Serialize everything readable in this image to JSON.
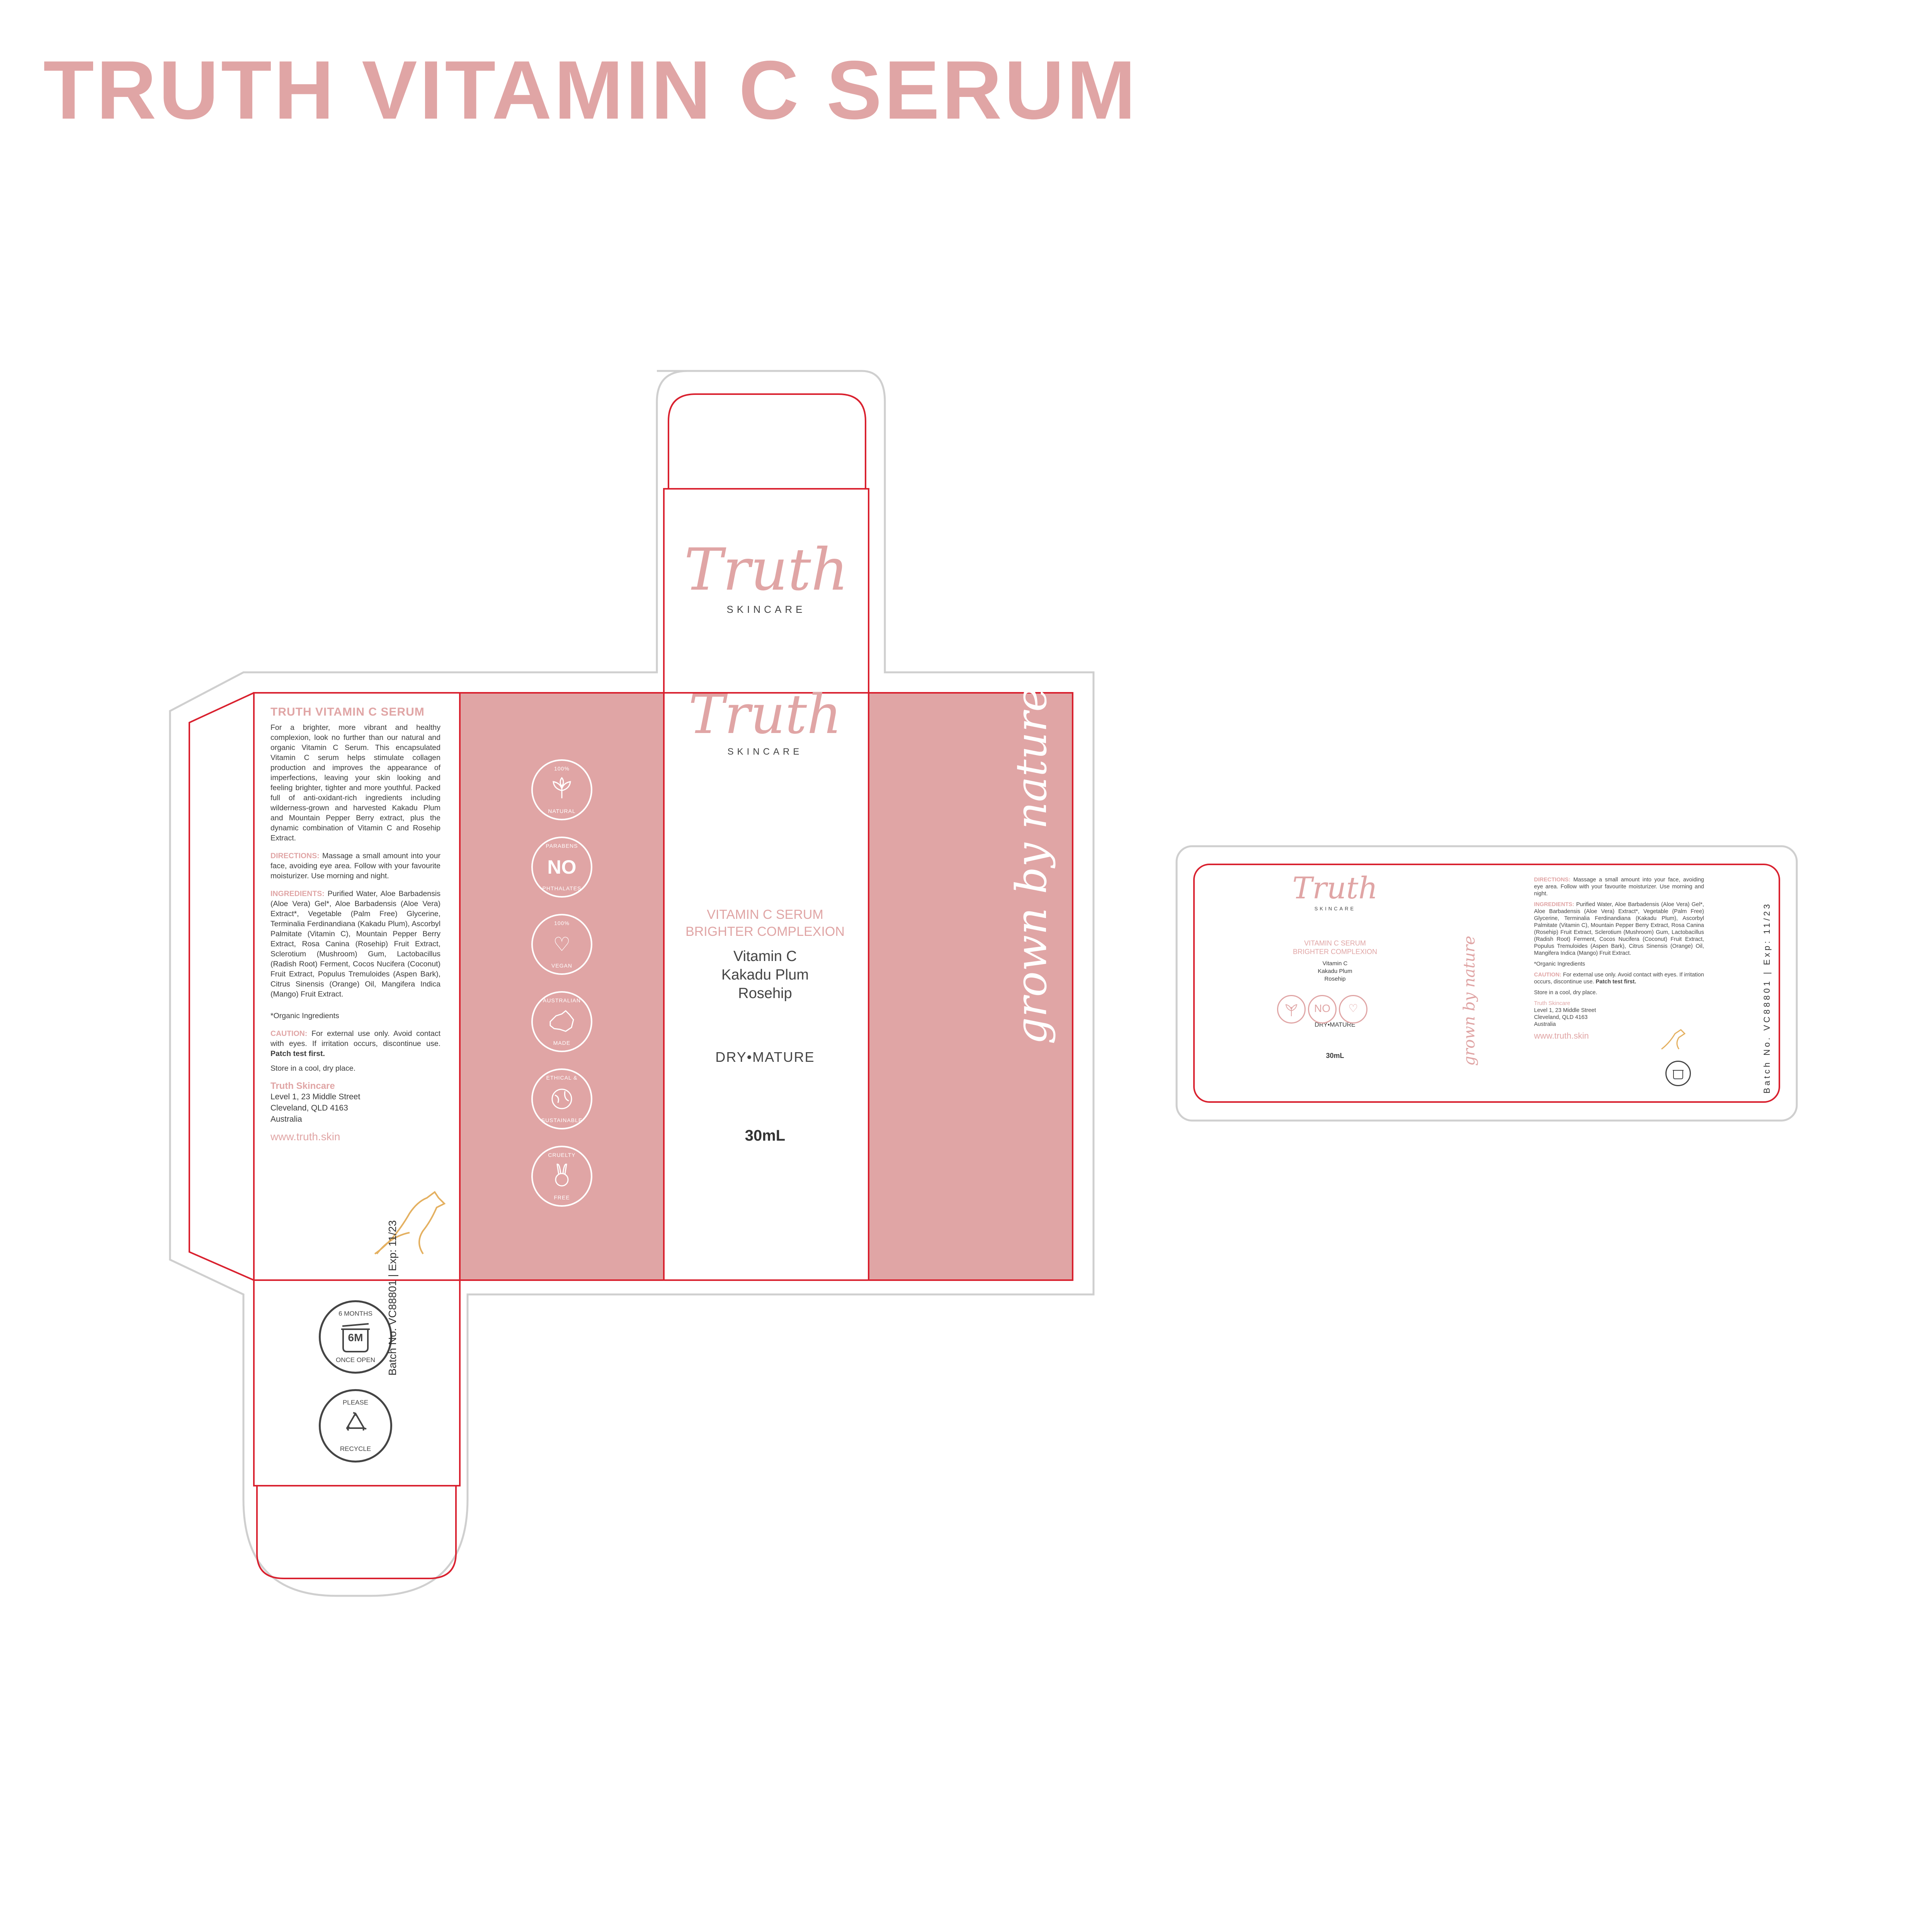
{
  "page_title": "TRUTH VITAMIN C SERUM",
  "colors": {
    "accent": "#e0a5a5",
    "dieline": "#d9202e",
    "outline": "#cfcfcf",
    "text": "#3a3a3a"
  },
  "brand": {
    "name": "Truth",
    "sub": "SKINCARE"
  },
  "side_panel": {
    "title": "TRUTH VITAMIN C SERUM",
    "description": "For a brighter, more vibrant and healthy complexion, look no further than our natural and organic Vitamin C Serum. This encapsulated Vitamin C serum helps stimulate collagen production and improves the appearance of imperfections, leaving your skin looking and feeling brighter, tighter and more youthful. Packed full of anti-oxidant-rich ingredients including wilderness-grown and harvested Kakadu Plum and Mountain Pepper Berry extract, plus the dynamic combination of Vitamin C and Rosehip Extract.",
    "directions_label": "DIRECTIONS:",
    "directions": "Massage a small amount into your face, avoiding eye area. Follow with your favourite moisturizer. Use morning and night.",
    "ingredients_label": "INGREDIENTS:",
    "ingredients": "Purified Water, Aloe Barbadensis (Aloe Vera) Gel*, Aloe Barbadensis (Aloe Vera) Extract*, Vegetable (Palm Free) Glycerine, Terminalia Ferdinandiana (Kakadu Plum), Ascorbyl Palmitate (Vitamin C), Mountain Pepper Berry Extract, Rosa Canina (Rosehip) Fruit Extract, Sclerotium (Mushroom) Gum, Lactobacillus (Radish Root) Ferment, Cocos Nucifera (Coconut) Fruit Extract, Populus Tremuloides (Aspen Bark), Citrus Sinensis (Orange) Oil, Mangifera Indica (Mango) Fruit Extract.",
    "organic_note": "*Organic Ingredients",
    "caution_label": "CAUTION:",
    "caution": "For external use only. Avoid contact with eyes. If irritation occurs, discontinue use.",
    "caution_bold": "Patch test first.",
    "storage": "Store in a cool, dry place.",
    "company": "Truth Skincare",
    "address": [
      "Level 1, 23 Middle Street",
      "Cleveland, QLD 4163",
      "Australia"
    ],
    "website": "www.truth.skin"
  },
  "badges": [
    {
      "top": "100%",
      "mid": "leaf",
      "bot": "NATURAL",
      "icon": "leaf-icon"
    },
    {
      "top": "PARABENS",
      "mid": "NO",
      "bot": "PHTHALATES",
      "icon": "no-text"
    },
    {
      "top": "100%",
      "mid": "♡",
      "bot": "VEGAN",
      "icon": "heart-icon"
    },
    {
      "top": "AUSTRALIAN",
      "mid": "map",
      "bot": "MADE",
      "icon": "australia-map-icon"
    },
    {
      "top": "ETHICAL &",
      "mid": "globe",
      "bot": "SUSTAINABLE",
      "icon": "globe-icon"
    },
    {
      "top": "CRUELTY",
      "mid": "rabbit",
      "bot": "FREE",
      "icon": "rabbit-icon"
    }
  ],
  "front": {
    "line1": "VITAMIN C SERUM",
    "line2": "BRIGHTER COMPLEXION",
    "ingredients": [
      "Vitamin C",
      "Kakadu Plum",
      "Rosehip"
    ],
    "skin_type": "DRY•MATURE",
    "volume": "30mL"
  },
  "tagline": "grown by nature",
  "bottom_flap": {
    "pao_top": "6 MONTHS",
    "pao_mid": "6M",
    "pao_bot": "ONCE OPEN",
    "recycle_top": "PLEASE",
    "recycle_bot": "RECYCLE",
    "batch": "Batch No. VC88801 | Exp: 11/23"
  },
  "label": {
    "line1": "VITAMIN C SERUM",
    "line2": "BRIGHTER COMPLEXION",
    "ingredients": [
      "Vitamin C",
      "Kakadu Plum",
      "Rosehip"
    ],
    "skin_type": "DRY•MATURE",
    "volume": "30mL",
    "badge_no": "NO",
    "batch": "Batch No. VC88801 | Exp: 11/23"
  }
}
